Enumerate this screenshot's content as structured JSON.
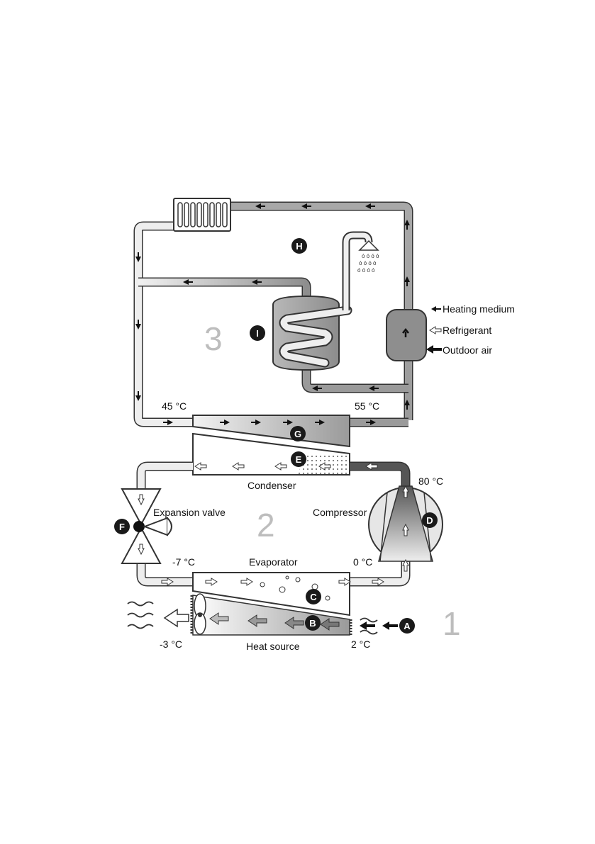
{
  "legend": {
    "heating_medium": "Heating medium",
    "refrigerant": "Refrigerant",
    "outdoor_air": "Outdoor air"
  },
  "components": {
    "condenser": "Condenser",
    "evaporator": "Evaporator",
    "compressor": "Compressor",
    "expansion_valve": "Expansion valve",
    "heat_source": "Heat source"
  },
  "temperatures": {
    "t45": "45 °C",
    "t55": "55 °C",
    "t80": "80 °C",
    "tm7": "-7 °C",
    "t0": "0 °C",
    "tm3": "-3 °C",
    "t2": "2 °C"
  },
  "circuits": {
    "c1": "1",
    "c2": "2",
    "c3": "3"
  },
  "badges": {
    "A": "A",
    "B": "B",
    "C": "C",
    "D": "D",
    "E": "E",
    "F": "F",
    "G": "G",
    "H": "H",
    "I": "I"
  },
  "colors": {
    "heating_pipe": "#9a9a9a",
    "pipe_light": "#eeeeee",
    "refrigerant_dark": "#555555",
    "badge": "#1a1a1a",
    "circuit_number": "#bdbdbd"
  }
}
